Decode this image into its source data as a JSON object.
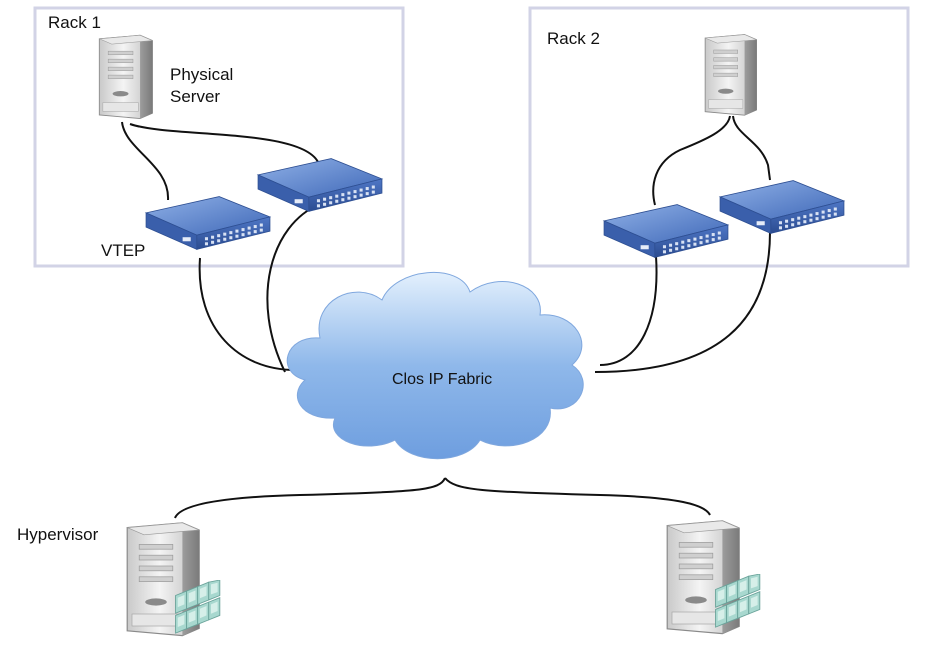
{
  "racks": [
    {
      "label": "Rack 1"
    },
    {
      "label": "Rack 2"
    }
  ],
  "labels": {
    "physical_server_line1": "Physical",
    "physical_server_line2": "Server",
    "vtep": "VTEP",
    "fabric": "Clos IP Fabric",
    "hypervisor": "Hypervisor"
  },
  "colors": {
    "rack_border": "#d2d3e6",
    "switch_top": "#5b86cf",
    "switch_front": "#3d5fa8",
    "cloud": "#8fb8ea",
    "server_body": "#d9d9d9",
    "vm_blocks": "#9fd1c9"
  }
}
